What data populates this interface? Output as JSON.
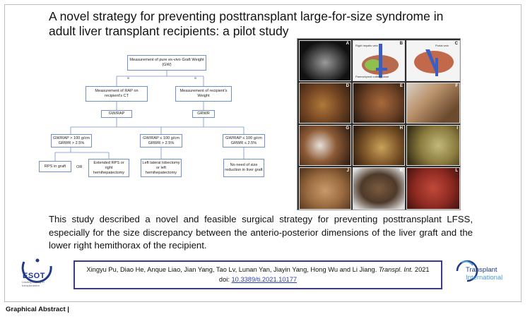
{
  "title": "A novel strategy for preventing posttransplant large-for-size syndrome in adult liver transplant recipients: a pilot study",
  "flowchart": {
    "root": "Measurement of pure ex-vivo Graft Weight (GW)",
    "left_branch": "Measurement of RAP on recipient's CT",
    "right_branch": "Measurement of recipient's Weight",
    "gw_rap": "GW/RAP",
    "grwr": "GRWR",
    "cond_1": "GW/RAP > 100 g/cm GRWR > 2.5%",
    "cond_2": "GW/RAP ≤ 100 g/cm GRWR > 2.5%",
    "cond_3": "GW/RAP ≤ 100 g/cm GRWR ≤ 2.5%",
    "out_1a": "RPS in graft",
    "or": "OR",
    "out_1b": "Extended RPS or right hemihepatectomy",
    "out_2": "Left lateral lobectomy or left hemihepatectomy",
    "out_3": "No need of size reduction in liver graft"
  },
  "photos": {
    "labels": [
      "A",
      "B",
      "C",
      "D",
      "E",
      "F",
      "G",
      "H",
      "I",
      "J",
      "K",
      "L"
    ],
    "annot_1": "Right hepatic vein",
    "annot_2": "Portal vein",
    "annot_3": "Parenchymal cutting plane"
  },
  "body_text": "This study described a novel and feasible surgical strategy for preventing posttransplant LFSS, especially for the size discrepancy between the anterio-posterior dimensions of the liver graft and the lower right hemithorax of the recipient.",
  "citation": {
    "authors": "Xingyu Pu, Diao He, Anque Liao, Jian Yang, Tao Lv, Lunan Yan, Jiayin Yang, Hong Wu and Li Jiang.",
    "journal": "Transpl. Int.",
    "year": "2021",
    "doi_label": "doi:",
    "doi": "10.3389/ti.2021.10177"
  },
  "logos": {
    "esot": "ESOT",
    "esot_tagline": "Leading the way in transplantation",
    "ti_line1": "Transplant",
    "ti_line2": "International"
  },
  "footer": "Graphical Abstract |"
}
